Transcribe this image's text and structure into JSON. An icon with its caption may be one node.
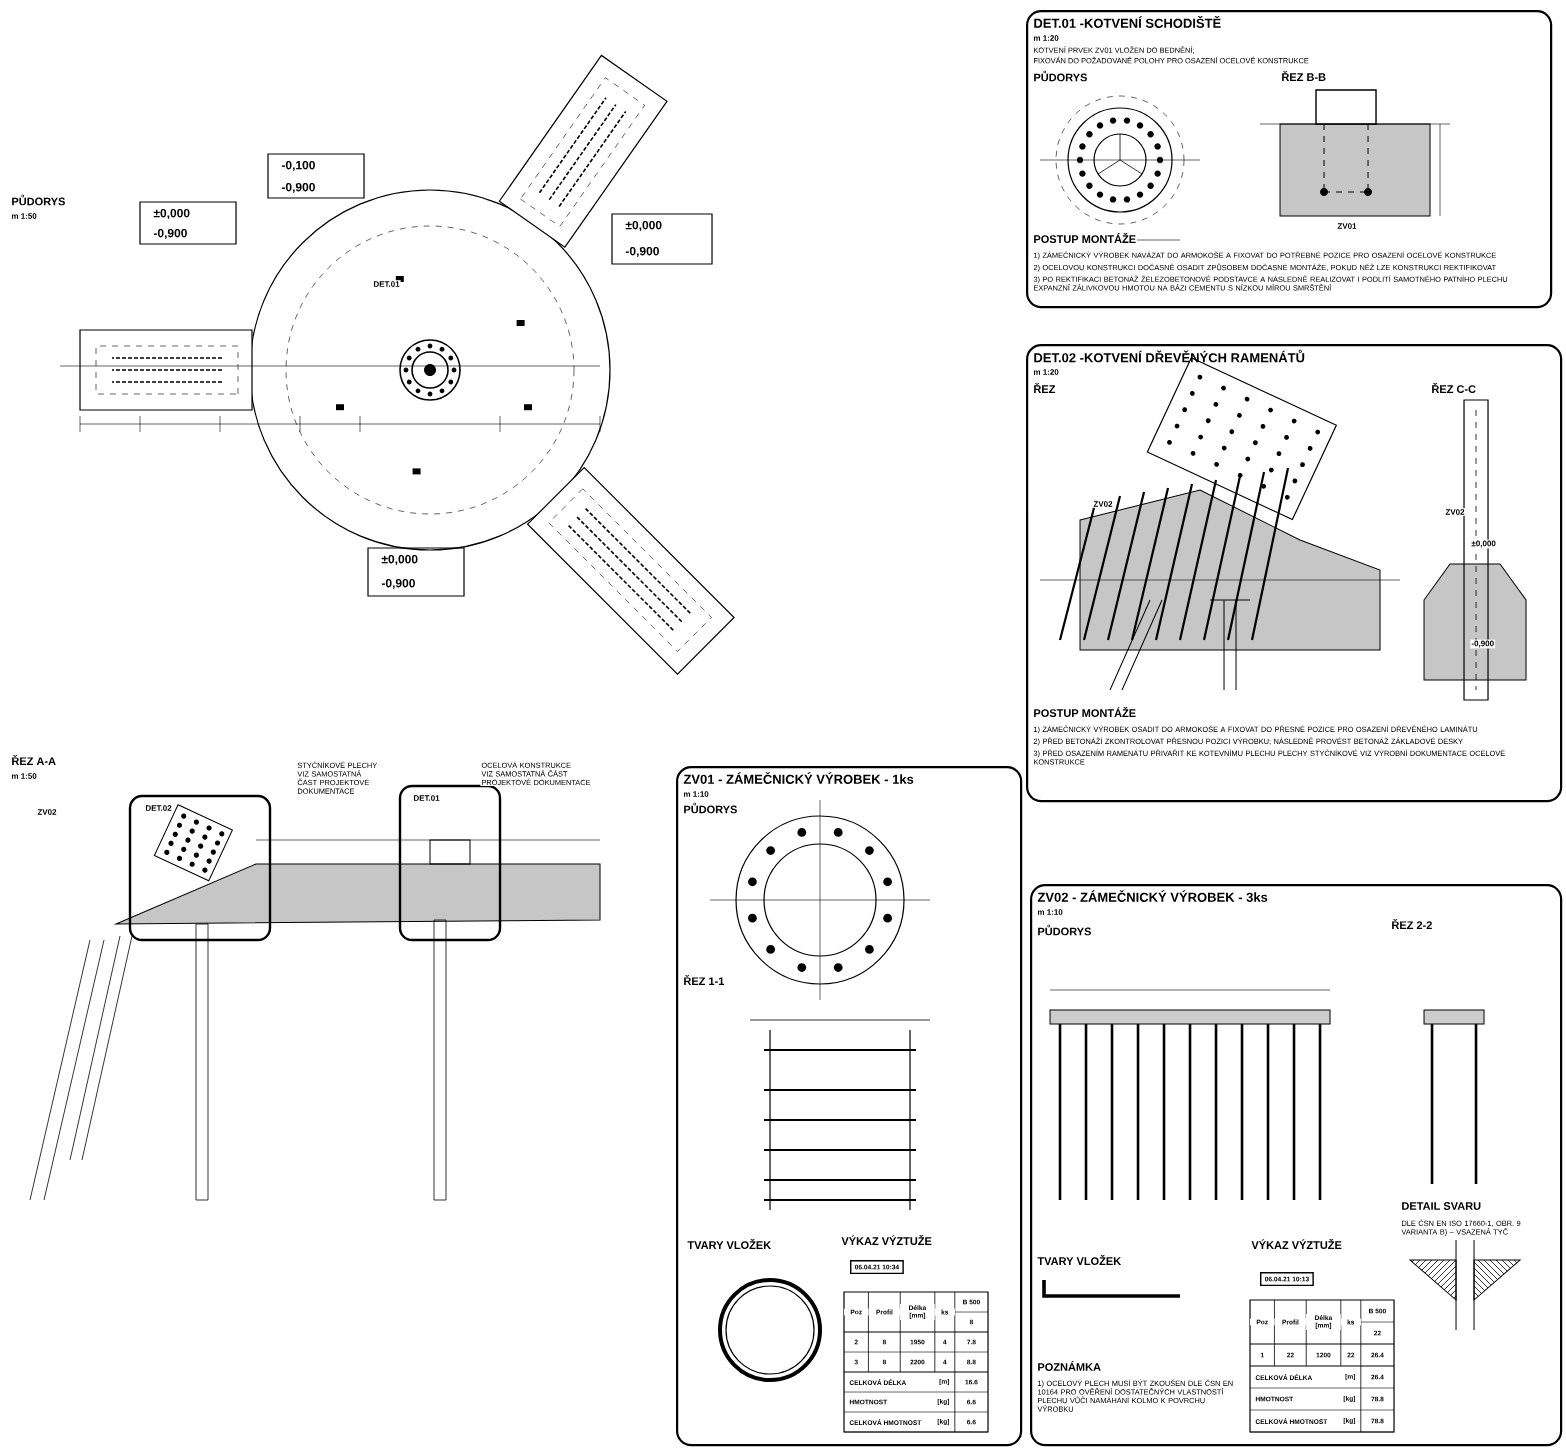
{
  "diagram": {
    "nodes": [
      {
        "text": [
          "DET.01 -KOTVENÍ SCHODIŠTĚ",
          "m 1:20"
        ]
      },
      {
        "text": [
          "DET.02 -KOTVENÍ DŘEVĚNÝCH RAMENÁTŮ",
          "m 1:20"
        ]
      },
      {
        "text": [
          "ZV01 - ZÁMEČNICKÝ VÝROBEK - 1ks",
          "m 1:10"
        ]
      },
      {
        "text": [
          "ZV02 - ZÁMEČNICKÝ VÝROBEK - 3ks",
          "m 1:10"
        ]
      },
      {
        "text": [
          "06.04.21 10:34"
        ],
        "in": 2
      },
      {
        "text": [
          "06.04.21 10:13"
        ],
        "in": 3
      }
    ],
    "labels": [
      "PŮDORYS",
      "m 1:50",
      "±0,000",
      "-0,900",
      "-0,100",
      "-0,900",
      "±0,000",
      "-0,900",
      "±0,000",
      "-0,900",
      "DET.01",
      "ŘEZ A-A",
      "m 1:50",
      "DET.02",
      "STYČNÍKOVÉ PLECHY VIZ SAMOSTATNÁ ČÁST PROJEKTOVÉ DOKUMENTACE",
      "OCELOVÁ KONSTRUKCE VIZ SAMOSTATNÁ ČÁST PROJEKTOVÉ DOKUMENTACE",
      "DET.01",
      "ZV02",
      "KOTVENÍ PRVEK ZV01 VLOŽEN DO BEDNĚNÍ;",
      "FIXOVÁN DO POŽADOVANÉ POLOHY PRO OSAZENÍ OCELOVÉ KONSTRUKCE",
      "PŮDORYS",
      "ŘEZ B-B",
      "POSTUP MONTÁŽE",
      "1) ZÁMEČNICKÝ VÝROBEK NAVÁZAT DO ARMOKOŠE A FIXOVAT DO POTŘEBNÉ POZICE PRO OSAZENÍ OCELOVÉ KONSTRUKCE",
      "2) OCELOVOU KONSTRUKCI DOČASNĚ OSADIT ZPŮSOBEM DOČASNÉ MONTÁŽE, POKUD NĚŽ LZE KONSTRUKCI REKTIFIKOVAT",
      "3) PO REKTIFIKACI BETONÁŽ ŽELEZOBETONOVÉ PODSTAVCE A NÁSLEDNĚ REALIZOVAT I PODLITÍ SAMOTNÉHO PATNÍHO PLECHU EXPANZNÍ ZÁLIVKOVOU HMOTOU NA BÁZI CEMENTU S NÍZKOU MÍROU SMRŠTĚNÍ",
      "ZV01",
      "ŘEZ",
      "ŘEZ C-C",
      "ZV02",
      "ZV02",
      "±0,000",
      "-0,900",
      "POSTUP MONTÁŽE",
      "1) ZÁMEČNICKÝ VÝROBEK OSADIT DO ARMOKOŠE A FIXOVAT DO PŘESNÉ POZICE PRO OSAZENÍ DŘEVĚNÉHO LAMINÁTU",
      "2) PŘED BETONÁŽÍ ZKONTROLOVAT PŘESNOU POZICI VÝROBKU; NÁSLEDNĚ PROVÉST BETONÁŽ ZÁKLADOVÉ DESKY",
      "3) PŘED OSAZENÍM RAMENÁTU PŘIVAŘIT KE KOTEVNÍMU PLECHU PLECHY STYČNÍKOVÉ VIZ VÝROBNÍ DOKUMENTACE OCELOVÉ KONSTRUKCE",
      "PŮDORYS",
      "ŘEZ 1-1",
      "TVARY VLOŽEK",
      "VÝKAZ VÝZTUŽE",
      "Poz",
      "Profil",
      "Délka [mm]",
      "ks",
      "B 500",
      "8",
      "2",
      "8",
      "1950",
      "4",
      "7.8",
      "3",
      "8",
      "2200",
      "4",
      "8.8",
      "CELKOVÁ DÉLKA",
      "[m]",
      "16.6",
      "HMOTNOST",
      "[kg]",
      "6.6",
      "CELKOVÁ HMOTNOST",
      "[kg]",
      "6.6",
      "PŮDORYS",
      "ŘEZ 2-2",
      "TVARY VLOŽEK",
      "VÝKAZ VÝZTUŽE",
      "Poz",
      "Profil",
      "Délka [mm]",
      "ks",
      "B 500",
      "22",
      "1",
      "22",
      "1200",
      "22",
      "26.4",
      "CELKOVÁ DÉLKA",
      "[m]",
      "26.4",
      "HMOTNOST",
      "[kg]",
      "78.8",
      "CELKOVÁ HMOTNOST",
      "[kg]",
      "78.8",
      "POZNÁMKA",
      "1) OCELOVÝ PLECH MUSÍ BÝT ZKOUŠEN DLE ČSN EN 10164 PRO OVĚŘENÍ DOSTATEČNÝCH VLASTNOSTÍ PLECHU VŮČI NAMÁHÁNÍ KOLMO K POVRCHU VÝROBKU",
      "DETAIL SVARU",
      "DLE ČSN EN ISO 17660-1, OBR. 9 VARIANTA B) – VSAZENÁ TYČ"
    ]
  }
}
